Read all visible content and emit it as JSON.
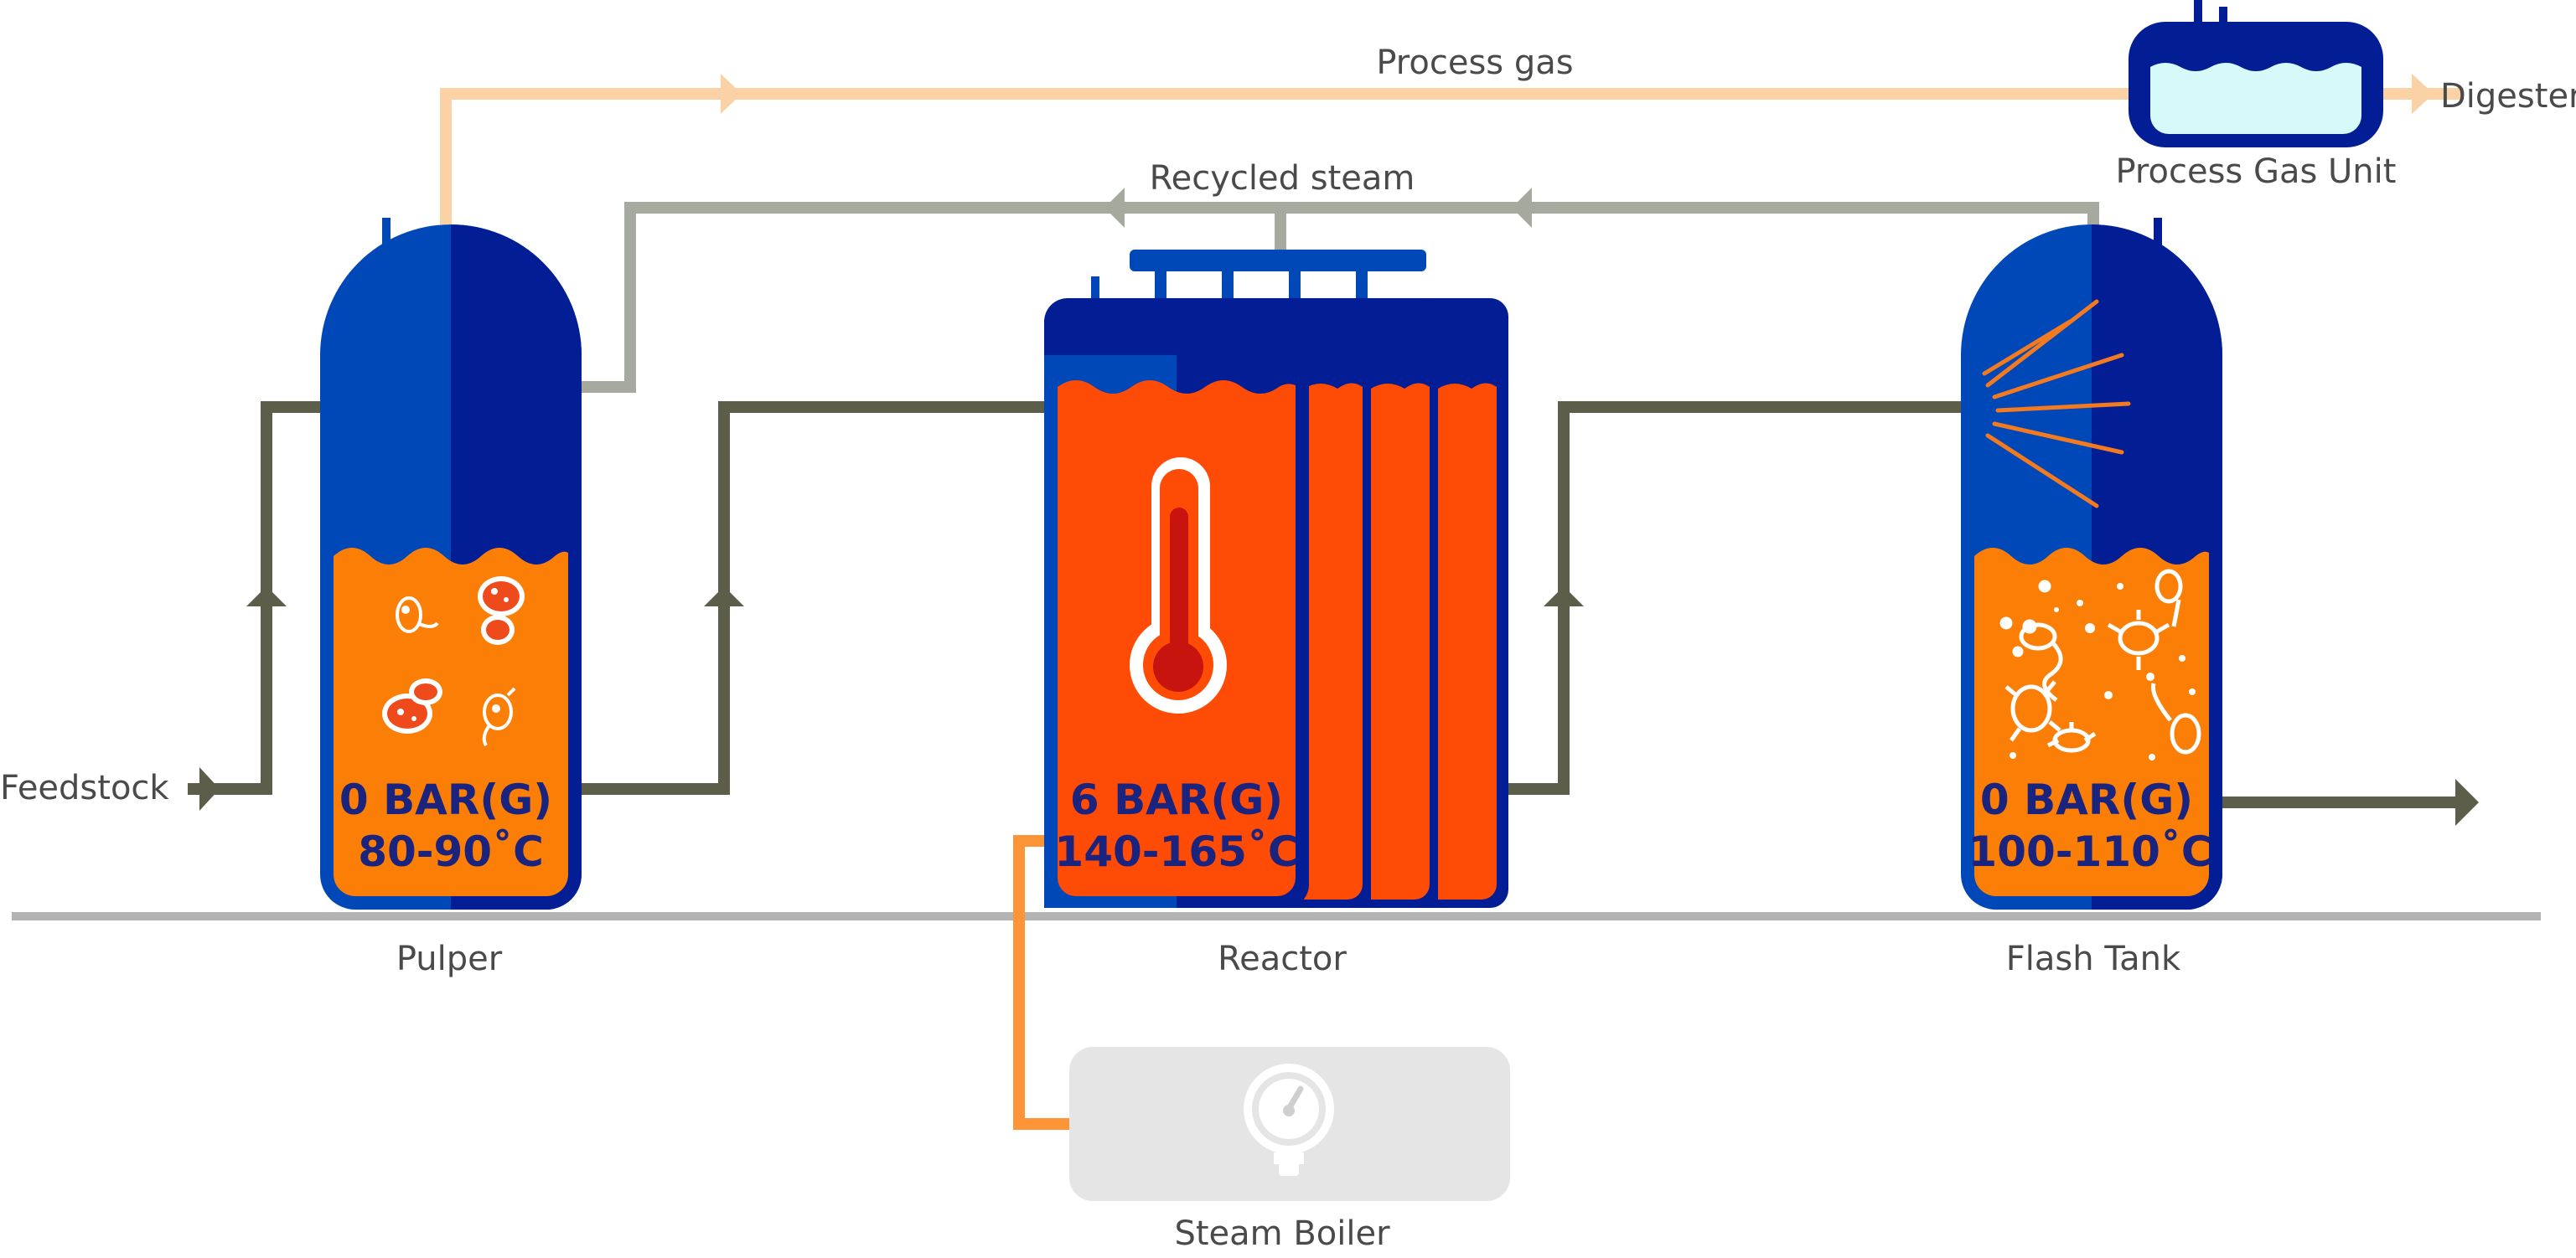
{
  "labels": {
    "process_gas": "Process gas",
    "digester": "Digester",
    "process_gas_unit": "Process Gas Unit",
    "recycled_steam": "Recycled steam",
    "feedstock": "Feedstock",
    "pulper": "Pulper",
    "reactor": "Reactor",
    "flash_tank": "Flash Tank",
    "steam_boiler": "Steam Boiler"
  },
  "vessels": {
    "pulper": {
      "pressure": "0 BAR(G)",
      "temperature": "80-90˚C"
    },
    "reactor": {
      "pressure": "6 BAR(G)",
      "temperature": "140-165˚C"
    },
    "flash": {
      "pressure": "0 BAR(G)",
      "temperature": "100-110˚C"
    }
  },
  "colors": {
    "vessel_light": "#0047b8",
    "vessel_dark": "#031d94",
    "orange_fill": "#fb7f07",
    "reactor_fill": "#fe4b05",
    "process_gas_pipe": "#fbd2a6",
    "recycled_steam_pipe": "#a6a99d",
    "main_pipe": "#5c5e4a",
    "steam_pipe": "#fd9537",
    "ground": "#b3b3b3",
    "boiler_box": "#e5e5e5"
  }
}
